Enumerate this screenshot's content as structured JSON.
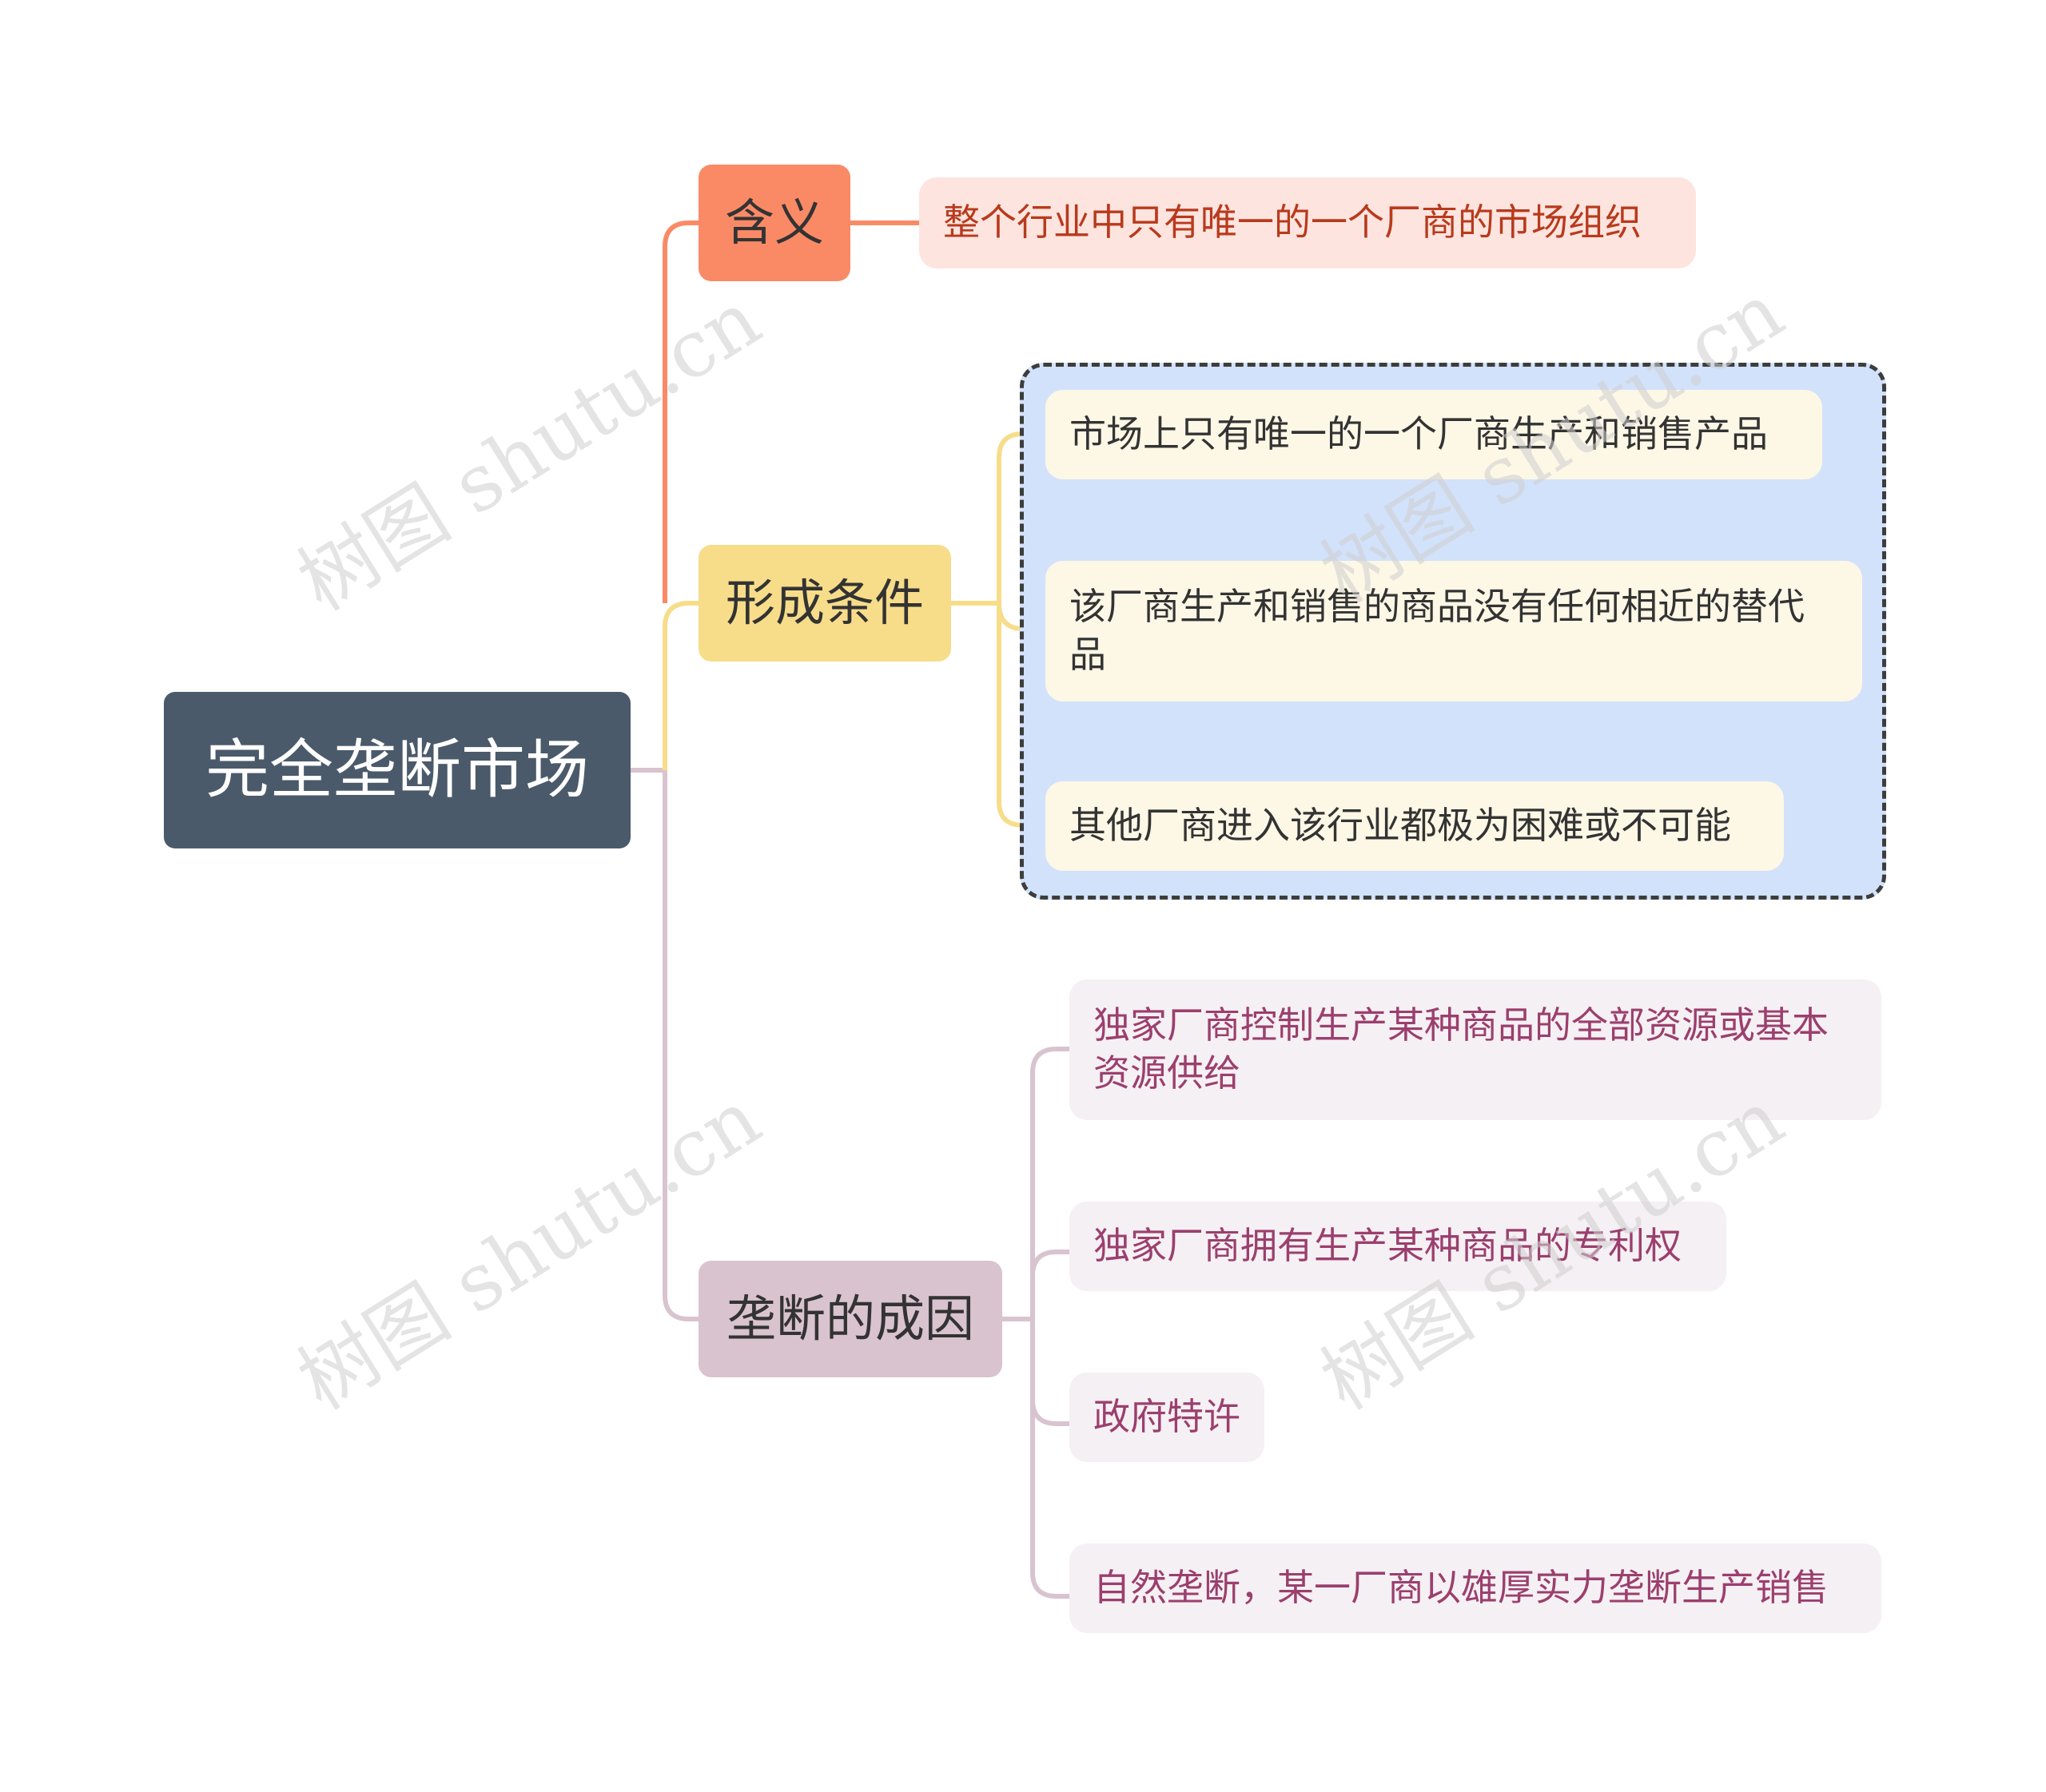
{
  "root": {
    "label": "完全垄断市场"
  },
  "branches": [
    {
      "label": "含义",
      "color": "#fa8a66",
      "children": [
        "整个行业中只有唯一的一个厂商的市场组织"
      ]
    },
    {
      "label": "形成条件",
      "color": "#f7dd8a",
      "children": [
        "市场上只有唯一的一个厂商生产和销售产品",
        "该厂商生产和销售的商品没有任何相近的替代品",
        "其他厂商进入该行业都极为困难或不可能"
      ]
    },
    {
      "label": "垄断的成因",
      "color": "#d9c3cf",
      "children": [
        "独家厂商控制生产某种商品的全部资源或基本资源供给",
        "独家厂商拥有生产某种商品的专利权",
        "政府特许",
        "自然垄断，某一厂商以雄厚实力垄断生产销售"
      ]
    }
  ],
  "watermark": "树图 shutu.cn"
}
